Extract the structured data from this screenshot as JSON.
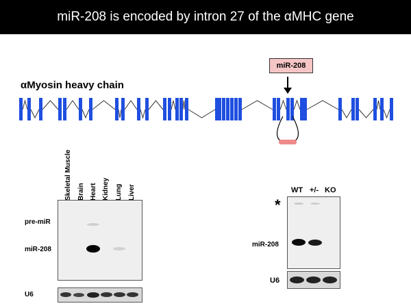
{
  "title": "miR-208 is encoded by intron 27 of the αMHC gene",
  "gene": {
    "label": "αMyosin heavy chain",
    "mirna_box_label": "miR-208",
    "exon_color": "#1f4fe0",
    "hairpin_loop_color": "#f08a8a"
  },
  "tissue_blot": {
    "lanes": [
      "Skeletal Muscle",
      "Brain",
      "Heart",
      "Kidney",
      "Lung",
      "Liver"
    ],
    "row_labels": {
      "pre_mir": "pre-miR",
      "mir": "miR-208",
      "u6": "U6"
    }
  },
  "ko_blot": {
    "lanes": [
      "WT",
      "+/-",
      "KO"
    ],
    "asterisk": "*",
    "row_labels": {
      "mir": "miR-208",
      "u6": "U6"
    }
  }
}
